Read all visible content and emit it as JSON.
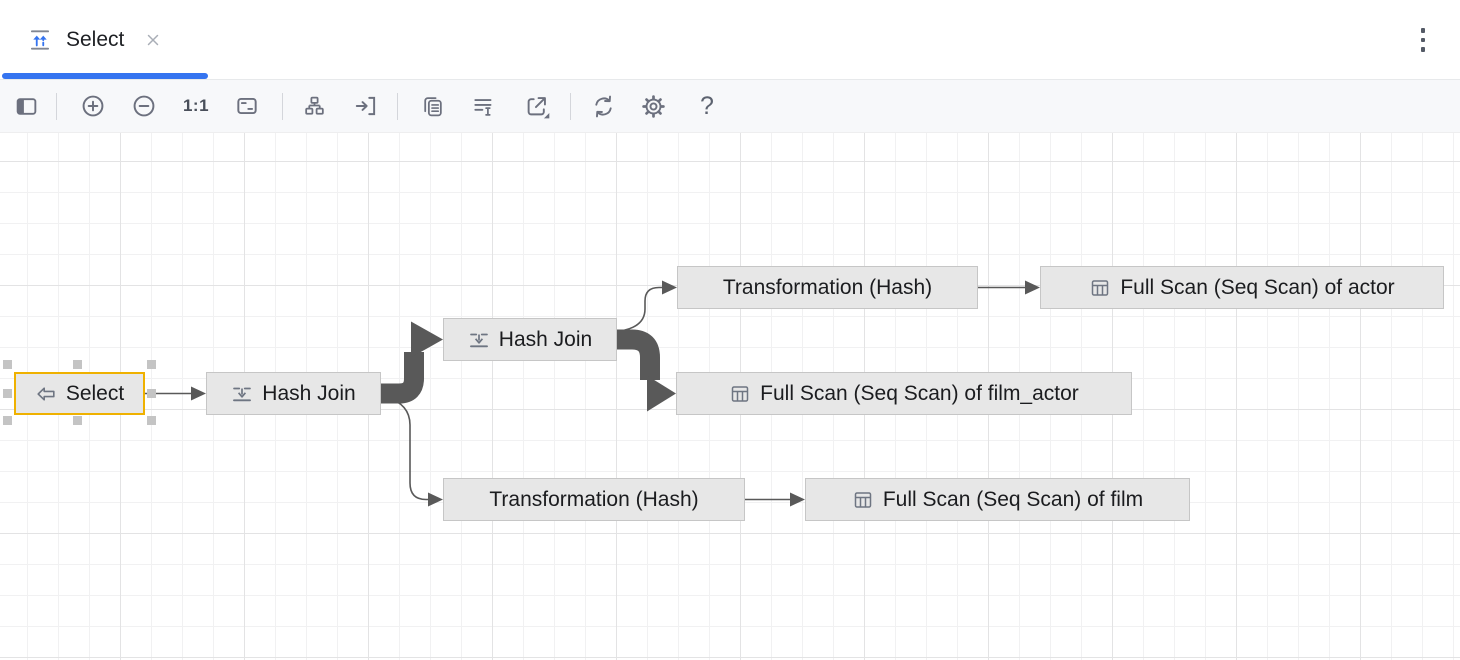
{
  "tab_bar": {
    "tabs": [
      {
        "label": "Select",
        "icon": "execution-plan-icon",
        "active": true,
        "closable": true
      }
    ],
    "kebab_menu_icon": "more-vertical-icon"
  },
  "toolbar": {
    "items": [
      "panel-toggle",
      "zoom-in",
      "zoom-out",
      "zoom-actual",
      "fit-content",
      "apply-layout",
      "focus-selection",
      "copy-diagram",
      "edge-labels",
      "export-diagram",
      "refresh",
      "settings",
      "help"
    ],
    "zoom_actual_label": "1:1",
    "help_label": "?"
  },
  "canvas": {
    "nodes": [
      {
        "label": "Select",
        "icon": "arrow-left-icon",
        "selected": true
      },
      {
        "label": "Hash Join",
        "icon": "join-icon",
        "selected": false
      },
      {
        "label": "Hash Join",
        "icon": "join-icon",
        "selected": false
      },
      {
        "label": "Transformation (Hash)",
        "icon": null,
        "selected": false
      },
      {
        "label": "Full Scan (Seq Scan) of actor",
        "icon": "table-icon",
        "selected": false
      },
      {
        "label": "Full Scan (Seq Scan) of film_actor",
        "icon": "table-icon",
        "selected": false
      },
      {
        "label": "Transformation (Hash)",
        "icon": null,
        "selected": false
      },
      {
        "label": "Full Scan (Seq Scan) of film",
        "icon": "table-icon",
        "selected": false
      }
    ],
    "edges": [
      {
        "from": "Select",
        "to": "Hash Join 1",
        "weight": "thin"
      },
      {
        "from": "Hash Join 1",
        "to": "Hash Join 2",
        "weight": "thick"
      },
      {
        "from": "Hash Join 1",
        "to": "Transformation (Hash) bottom",
        "weight": "thin"
      },
      {
        "from": "Hash Join 2",
        "to": "Transformation (Hash) top",
        "weight": "thin"
      },
      {
        "from": "Hash Join 2",
        "to": "Full Scan (Seq Scan) of film_actor",
        "weight": "thick"
      },
      {
        "from": "Transformation (Hash) top",
        "to": "Full Scan (Seq Scan) of actor",
        "weight": "thin"
      },
      {
        "from": "Transformation (Hash) bottom",
        "to": "Full Scan (Seq Scan) of film",
        "weight": "thin"
      }
    ]
  },
  "colors": {
    "accent_blue": "#3574F0",
    "selection_yellow": "#EFB100",
    "node_fill": "#E7E7E7",
    "node_border": "#C6C6C6",
    "edge": "#595959",
    "toolbar_icon": "#6C707E"
  }
}
